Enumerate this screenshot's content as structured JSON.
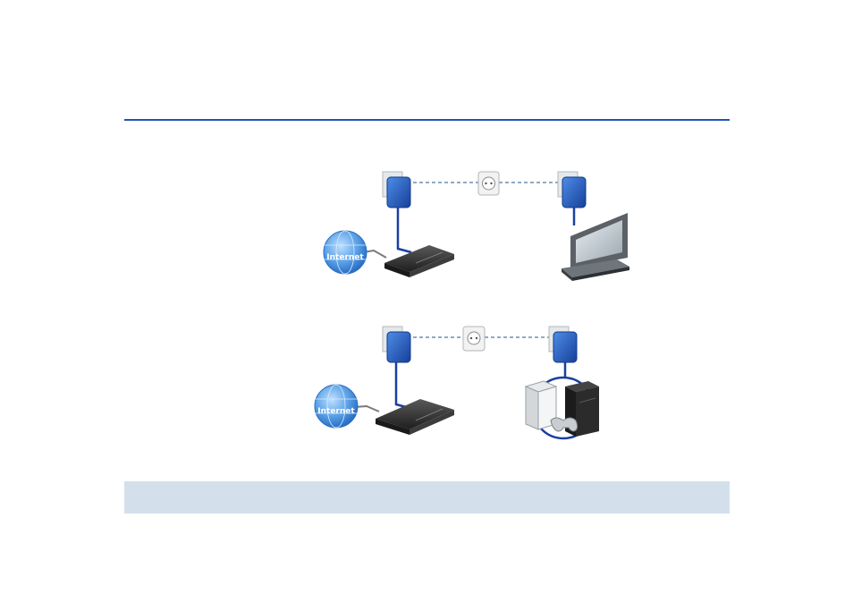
{
  "header": {
    "rule_color": "#1f55b9"
  },
  "footer": {
    "band_color": "#d3e0ec"
  },
  "diagram": {
    "scenarios": [
      {
        "id": "tv",
        "internet_label": "Internet",
        "endpoint": "television"
      },
      {
        "id": "console",
        "internet_label": "Internet",
        "endpoint": "game-consoles"
      }
    ],
    "colors": {
      "adapter_blue": "#1c5fc9",
      "cable_blue": "#1a3fa0",
      "dashed_link": "#6a8fb0",
      "globe": "#5aa0e6",
      "router": "#2f2f2f"
    },
    "icons": [
      "globe-icon",
      "router-icon",
      "powerline-adapter-icon",
      "wall-socket-icon",
      "tv-icon",
      "console-icon",
      "gamepad-icon"
    ]
  }
}
